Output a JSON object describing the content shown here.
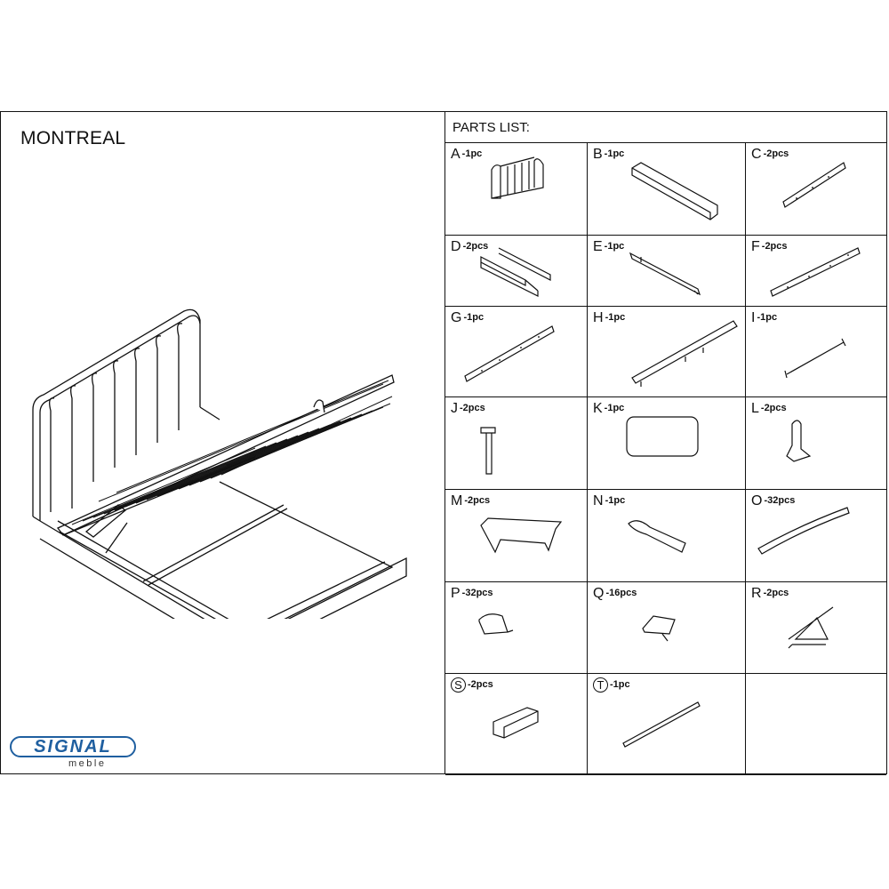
{
  "document": {
    "title": "MONTREAL",
    "parts_list_heading": "PARTS LIST:"
  },
  "logo": {
    "brand": "SIGNAL",
    "sub": "meble",
    "color": "#1f5fa0"
  },
  "parts": [
    {
      "letter": "A",
      "qty": "-1pc"
    },
    {
      "letter": "B",
      "qty": "-1pc"
    },
    {
      "letter": "C",
      "qty": "-2pcs"
    },
    {
      "letter": "D",
      "qty": "-2pcs"
    },
    {
      "letter": "E",
      "qty": "-1pc"
    },
    {
      "letter": "F",
      "qty": "-2pcs"
    },
    {
      "letter": "G",
      "qty": "-1pc"
    },
    {
      "letter": "H",
      "qty": "-1pc"
    },
    {
      "letter": "I",
      "qty": "-1pc"
    },
    {
      "letter": "J",
      "qty": "-2pcs"
    },
    {
      "letter": "K",
      "qty": "-1pc"
    },
    {
      "letter": "L",
      "qty": "-2pcs"
    },
    {
      "letter": "M",
      "qty": "-2pcs"
    },
    {
      "letter": "N",
      "qty": "-1pc"
    },
    {
      "letter": "O",
      "qty": "-32pcs"
    },
    {
      "letter": "P",
      "qty": "-32pcs"
    },
    {
      "letter": "Q",
      "qty": "-16pcs"
    },
    {
      "letter": "R",
      "qty": "-2pcs"
    },
    {
      "letter": "S",
      "qty": "-2pcs"
    },
    {
      "letter": "T",
      "qty": "-1pc"
    }
  ]
}
